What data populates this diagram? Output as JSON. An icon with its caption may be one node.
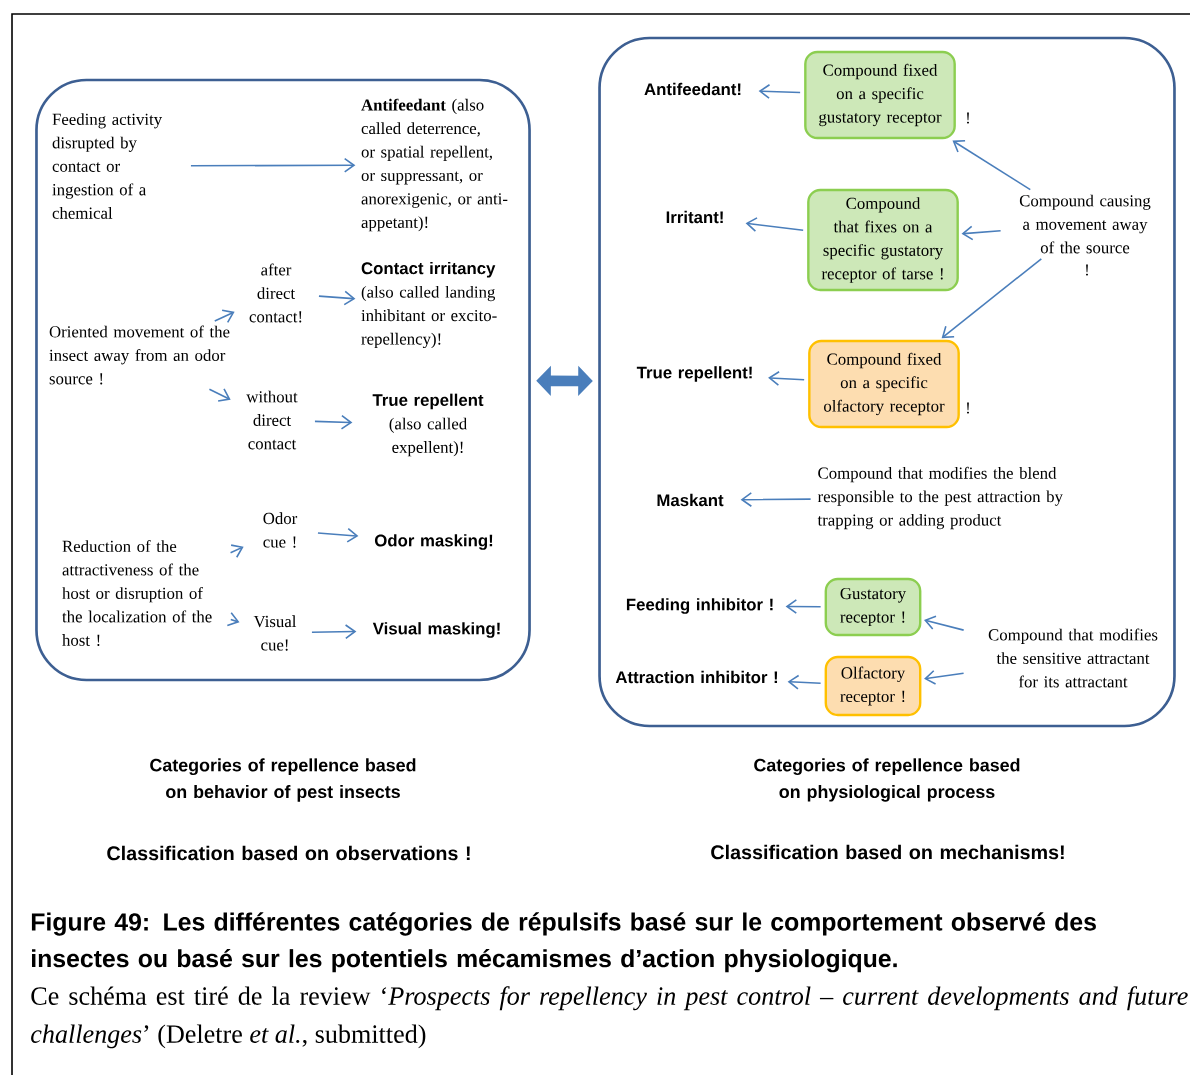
{
  "diagram": {
    "title": "Figure 49: Les différentes catégories de répulsifs basé sur le comportement observé des insectes ou basé sur les potentiels mécamismes d’action physiologique.",
    "caption": "Ce schéma est tiré de la review ‘*Prospects for repellency in pest control – current developments and future challenges*’ (Deletre *et al.*, submitted)",
    "nodes": [
      {
        "text": [],
        "shape": "box"
      },
      {
        "text": [
          "Feeding activity disrupted by contact or ingestion of a chemical"
        ],
        "in": 0
      },
      {
        "text": [
          "**Antifeedant** (also called deterrence, or spatial repellent, or suppressant, or anorexigenic, or anti-appetant)!"
        ],
        "in": 0
      },
      {
        "text": [
          "Oriented movement of the insect away from an odor source !"
        ],
        "in": 0
      },
      {
        "text": [
          "after direct contact!"
        ],
        "in": 0
      },
      {
        "text": [
          "Contact irritancy",
          "(also called landing inhibitant or excito-repellency)!"
        ],
        "in": 0
      },
      {
        "text": [
          "without direct contact"
        ],
        "in": 0
      },
      {
        "text": [
          "True repellent",
          "(also called expellent)!"
        ],
        "in": 0
      },
      {
        "text": [
          "Reduction of the attractiveness of the host or disruption of the localization of the host !"
        ],
        "in": 0
      },
      {
        "text": [
          "Odor cue !"
        ],
        "in": 0
      },
      {
        "text": [
          "Odor masking!"
        ],
        "in": 0
      },
      {
        "text": [
          "Visual cue!"
        ],
        "in": 0
      },
      {
        "text": [
          "Visual masking!"
        ],
        "in": 0
      },
      {
        "text": [],
        "shape": "box"
      },
      {
        "text": [
          "Antifeedant!"
        ],
        "in": 13
      },
      {
        "text": [
          "Compound fixed on a specific gustatory receptor"
        ],
        "beside": [
          "!"
        ],
        "in": 13
      },
      {
        "text": [
          "Compound causing a movement away of the source"
        ],
        "beside": [
          "!"
        ],
        "in": 13
      },
      {
        "text": [
          "Irritant!"
        ],
        "in": 13
      },
      {
        "text": [
          "Compound that fixes on a specific gustatory receptor of tarse !"
        ],
        "in": 13
      },
      {
        "text": [
          "True repellent!"
        ],
        "in": 13
      },
      {
        "text": [
          "Compound fixed on a specific olfactory receptor"
        ],
        "beside": [
          "!"
        ],
        "in": 13
      },
      {
        "text": [
          "Maskant"
        ],
        "in": 13
      },
      {
        "text": [
          "Compound that modifies the blend responsible to the pest attraction by trapping or adding product"
        ],
        "in": 13
      },
      {
        "text": [
          "Feeding inhibitor !"
        ],
        "in": 13
      },
      {
        "text": [
          "Gustatory receptor !"
        ],
        "in": 13
      },
      {
        "text": [
          "Compound that modifies the sensitive attractant for its attractant"
        ],
        "in": 13
      },
      {
        "text": [
          "Attraction inhibitor !"
        ],
        "in": 13
      },
      {
        "text": [
          "Olfactory receptor !"
        ],
        "in": 13
      }
    ],
    "edges": [
      {
        "from": 1,
        "to": 2,
        "arrow": "to"
      },
      {
        "from": 3,
        "to": 4,
        "arrow": "to"
      },
      {
        "from": 3,
        "to": 6,
        "arrow": "to"
      },
      {
        "from": 4,
        "to": 5,
        "arrow": "to"
      },
      {
        "from": 6,
        "to": 7,
        "arrow": "to"
      },
      {
        "from": 8,
        "to": 9,
        "arrow": "to"
      },
      {
        "from": 8,
        "to": 11,
        "arrow": "to"
      },
      {
        "from": 9,
        "to": 10,
        "arrow": "to"
      },
      {
        "from": 11,
        "to": 12,
        "arrow": "to"
      },
      {
        "from": 0,
        "to": 13,
        "arrow": "both",
        "style": "thick"
      },
      {
        "from": 15,
        "to": 14,
        "arrow": "to"
      },
      {
        "from": 16,
        "to": 15,
        "arrow": "to"
      },
      {
        "from": 16,
        "to": 18,
        "arrow": "to"
      },
      {
        "from": 16,
        "to": 20,
        "arrow": "to"
      },
      {
        "from": 18,
        "to": 17,
        "arrow": "to"
      },
      {
        "from": 20,
        "to": 19,
        "arrow": "to"
      },
      {
        "from": 22,
        "to": 21,
        "arrow": "to"
      },
      {
        "from": 25,
        "to": 24,
        "arrow": "to"
      },
      {
        "from": 25,
        "to": 27,
        "arrow": "to"
      },
      {
        "from": 24,
        "to": 23,
        "arrow": "to"
      },
      {
        "from": 27,
        "to": 26,
        "arrow": "to"
      }
    ],
    "labels": [
      "Categories of repellence based on behavior of pest insects",
      "Categories of repellence based on physiological process",
      "Classification based on observations !",
      "Classification based on mechanisms!"
    ]
  }
}
